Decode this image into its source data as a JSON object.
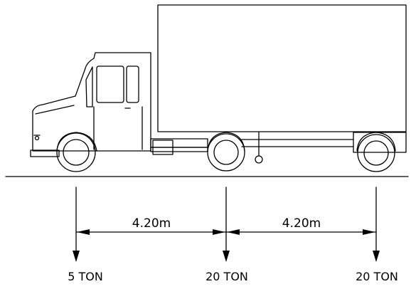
{
  "spacings": [
    {
      "label": "4.20m"
    },
    {
      "label": "4.20m"
    }
  ],
  "axles": [
    {
      "name": "front-axle",
      "load_label": "5 TON"
    },
    {
      "name": "middle-axle",
      "load_label": "20 TON"
    },
    {
      "name": "rear-axle",
      "load_label": "20 TON"
    }
  ],
  "colors": {
    "line": "#000000",
    "background": "#ffffff"
  }
}
